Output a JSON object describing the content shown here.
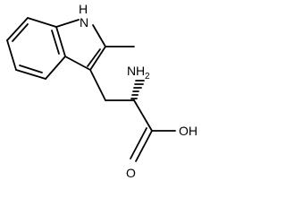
{
  "structure": {
    "name": "",
    "labels": {
      "nh": "H",
      "nh_n": "N",
      "amine_n": "N",
      "amine_h": "H",
      "amine_2": "2",
      "hydroxyl": "OH",
      "carbonyl": "O"
    }
  }
}
